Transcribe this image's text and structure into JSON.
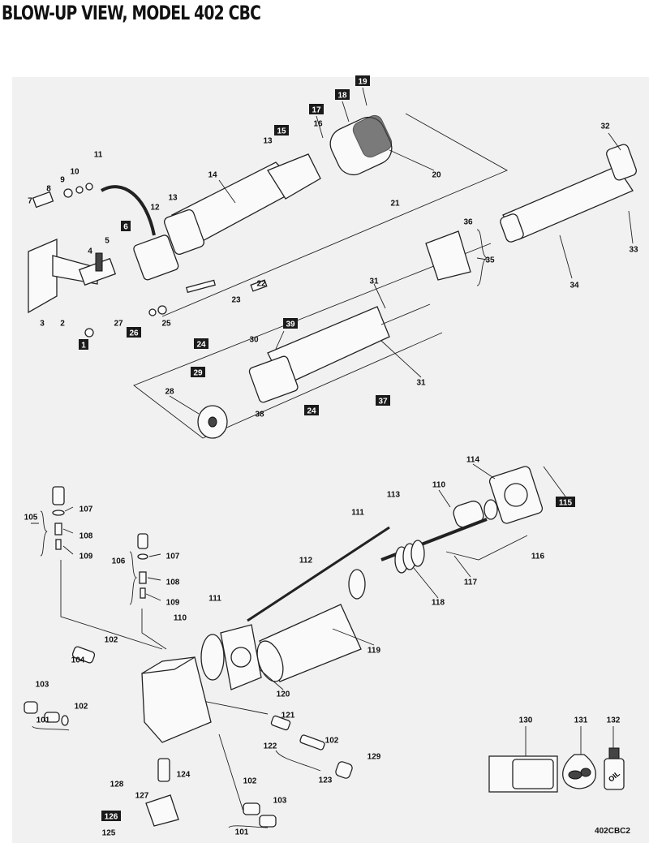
{
  "title": "BLOW-UP VIEW, MODEL 402 CBC",
  "figure_code": "402CBC2",
  "colors": {
    "panel": "#f1f1f1",
    "ink": "#111111",
    "callout_box": "#1a1a1a"
  },
  "labels": [
    {
      "text": "19",
      "boxed": true
    },
    {
      "text": "18",
      "boxed": true
    },
    {
      "text": "17",
      "boxed": true
    },
    {
      "text": "16",
      "boxed": false
    },
    {
      "text": "15",
      "boxed": true
    },
    {
      "text": "13",
      "boxed": false
    },
    {
      "text": "20",
      "boxed": false
    },
    {
      "text": "21",
      "boxed": false
    },
    {
      "text": "14",
      "boxed": false
    },
    {
      "text": "13",
      "boxed": false
    },
    {
      "text": "12",
      "boxed": false
    },
    {
      "text": "11",
      "boxed": false
    },
    {
      "text": "10",
      "boxed": false
    },
    {
      "text": "9",
      "boxed": false
    },
    {
      "text": "8",
      "boxed": false
    },
    {
      "text": "7",
      "boxed": false
    },
    {
      "text": "6",
      "boxed": true
    },
    {
      "text": "5",
      "boxed": false
    },
    {
      "text": "4",
      "boxed": false
    },
    {
      "text": "3",
      "boxed": false
    },
    {
      "text": "2",
      "boxed": false
    },
    {
      "text": "1",
      "boxed": true
    },
    {
      "text": "27",
      "boxed": false
    },
    {
      "text": "26",
      "boxed": true
    },
    {
      "text": "25",
      "boxed": false
    },
    {
      "text": "23",
      "boxed": false
    },
    {
      "text": "24",
      "boxed": true
    },
    {
      "text": "22",
      "boxed": false
    },
    {
      "text": "32",
      "boxed": false
    },
    {
      "text": "33",
      "boxed": false
    },
    {
      "text": "34",
      "boxed": false
    },
    {
      "text": "36",
      "boxed": false
    },
    {
      "text": "35",
      "boxed": false
    },
    {
      "text": "31",
      "boxed": false
    },
    {
      "text": "30",
      "boxed": false
    },
    {
      "text": "39",
      "boxed": true
    },
    {
      "text": "31",
      "boxed": false
    },
    {
      "text": "37",
      "boxed": true
    },
    {
      "text": "29",
      "boxed": true
    },
    {
      "text": "28",
      "boxed": false
    },
    {
      "text": "38",
      "boxed": false
    },
    {
      "text": "24",
      "boxed": true
    },
    {
      "text": "114",
      "boxed": false
    },
    {
      "text": "115",
      "boxed": true
    },
    {
      "text": "110",
      "boxed": false
    },
    {
      "text": "113",
      "boxed": false
    },
    {
      "text": "111",
      "boxed": false
    },
    {
      "text": "116",
      "boxed": false
    },
    {
      "text": "117",
      "boxed": false
    },
    {
      "text": "118",
      "boxed": false
    },
    {
      "text": "112",
      "boxed": false
    },
    {
      "text": "111",
      "boxed": false
    },
    {
      "text": "110",
      "boxed": false
    },
    {
      "text": "119",
      "boxed": false
    },
    {
      "text": "120",
      "boxed": false
    },
    {
      "text": "105",
      "boxed": false
    },
    {
      "text": "107",
      "boxed": false
    },
    {
      "text": "108",
      "boxed": false
    },
    {
      "text": "109",
      "boxed": false
    },
    {
      "text": "106",
      "boxed": false
    },
    {
      "text": "107",
      "boxed": false
    },
    {
      "text": "108",
      "boxed": false
    },
    {
      "text": "109",
      "boxed": false
    },
    {
      "text": "102",
      "boxed": false
    },
    {
      "text": "104",
      "boxed": false
    },
    {
      "text": "103",
      "boxed": false
    },
    {
      "text": "102",
      "boxed": false
    },
    {
      "text": "101",
      "boxed": false
    },
    {
      "text": "121",
      "boxed": false
    },
    {
      "text": "122",
      "boxed": false
    },
    {
      "text": "102",
      "boxed": false
    },
    {
      "text": "123",
      "boxed": false
    },
    {
      "text": "129",
      "boxed": false
    },
    {
      "text": "124",
      "boxed": false
    },
    {
      "text": "128",
      "boxed": false
    },
    {
      "text": "127",
      "boxed": false
    },
    {
      "text": "126",
      "boxed": true
    },
    {
      "text": "125",
      "boxed": false
    },
    {
      "text": "102",
      "boxed": false
    },
    {
      "text": "101",
      "boxed": false
    },
    {
      "text": "103",
      "boxed": false
    },
    {
      "text": "130",
      "boxed": false
    },
    {
      "text": "131",
      "boxed": false
    },
    {
      "text": "132",
      "boxed": false
    }
  ],
  "oil_bottle_text": "OIL"
}
